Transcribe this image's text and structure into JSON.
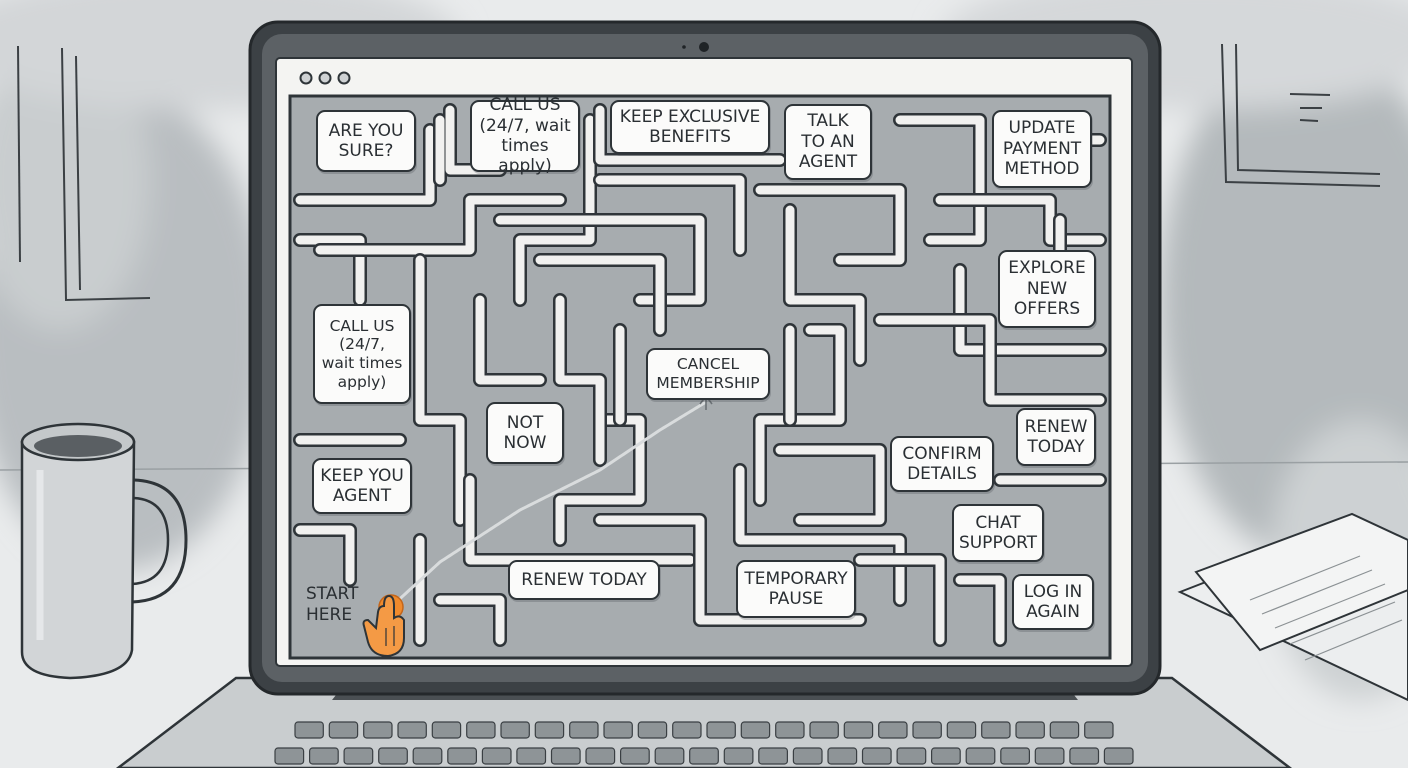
{
  "maze": {
    "labels": {
      "are_you_sure": "ARE YOU\nSURE?",
      "call_us_top": "CALL US\n(24/7, wait\ntimes apply)",
      "keep_exclusive": "KEEP EXCLUSIVE\nBENEFITS",
      "talk_agent": "TALK\nTO AN\nAGENT",
      "update_payment": "UPDATE\nPAYMENT\nMETHOD",
      "explore_offers": "EXPLORE\nNEW\nOFFERS",
      "call_us_left": "CALL US\n(24/7,\nwait times\napply)",
      "cancel_membership": "CANCEL\nMEMBERSHIP",
      "not_now": "NOT\nNOW",
      "renew_today_right": "RENEW\nTODAY",
      "confirm_details": "CONFIRM\nDETAILS",
      "keep_you_agent": "KEEP YOU\nAGENT",
      "chat_support": "CHAT\nSUPPORT",
      "renew_today_bottom": "RENEW TODAY",
      "temporary_pause": "TEMPORARY\nPAUSE",
      "log_in_again": "LOG IN\nAGAIN",
      "start_here": "START\nHERE"
    }
  },
  "colors": {
    "frame": "#33383c",
    "bezel": "#5f6468",
    "screen": "#f4f4f2",
    "maze_fill": "#a7acaf",
    "accent": "#f08a2c",
    "text": "#2a2f33"
  },
  "icons": {
    "pointer": "hand-pointer-icon",
    "camera": "webcam-icon",
    "window_dots": "window-control-dots-icon"
  }
}
